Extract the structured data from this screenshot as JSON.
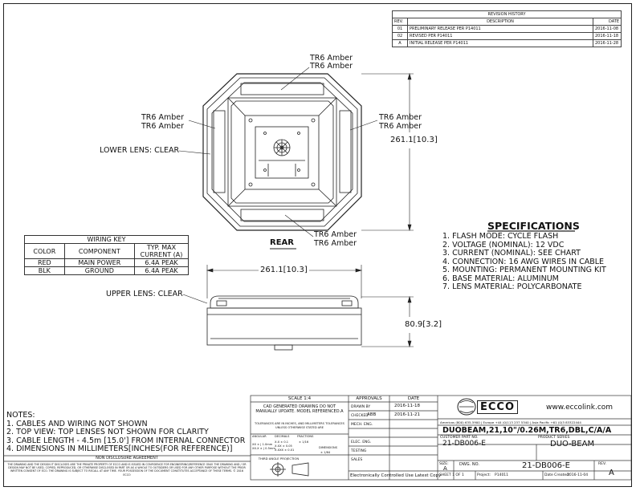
{
  "revision_history": {
    "title": "REVISION HISTORY",
    "headers": [
      "REV.",
      "DESCRIPTION",
      "DATE"
    ],
    "rows": [
      {
        "rev": "01",
        "description": "PRELIMINARY RELEASE PER P14011",
        "date": "2016-11-08"
      },
      {
        "rev": "02",
        "description": "REVISED PER P14011",
        "date": "2016-11-18"
      },
      {
        "rev": "A",
        "description": "INITIAL RELEASE PER P14011",
        "date": "2016-11-28"
      }
    ]
  },
  "callouts": {
    "tr6_top_1": "TR6 Amber",
    "tr6_top_2": "TR6 Amber",
    "tr6_left_1": "TR6 Amber",
    "tr6_left_2": "TR6 Amber",
    "tr6_right_1": "TR6 Amber",
    "tr6_right_2": "TR6 Amber",
    "tr6_bottom_1": "TR6 Amber",
    "tr6_bottom_2": "TR6 Amber",
    "lower_lens": "LOWER LENS: CLEAR",
    "upper_lens": "UPPER LENS: CLEAR",
    "rear_label": "REAR"
  },
  "dimensions": {
    "height_top": "261.1",
    "height_top_in": "10.3",
    "width_side": "261.1",
    "width_side_in": "10.3",
    "height_side": "80.9",
    "height_side_in": "3.2"
  },
  "wiring_key": {
    "title": "WIRING KEY",
    "headers": [
      "COLOR",
      "COMPONENT",
      "TYP. MAX CURRENT (A)"
    ],
    "rows": [
      {
        "color": "RED",
        "component": "MAIN POWER",
        "current": "6.4A PEAK"
      },
      {
        "color": "BLK",
        "component": "GROUND",
        "current": "6.4A PEAK"
      }
    ]
  },
  "specifications": {
    "title": "SPECIFICATIONS",
    "items": [
      "1. FLASH MODE: CYCLE FLASH",
      "2. VOLTAGE (NOMINAL): 12 VDC",
      "3. CURRENT (NOMINAL):  SEE CHART",
      "4. CONNECTION: 16 AWG WIRES IN CABLE",
      "5. MOUNTING: PERMANENT MOUNTING KIT",
      "6. BASE MATERIAL: ALUMINUM",
      "7. LENS MATERIAL: POLYCARBONATE"
    ]
  },
  "notes": {
    "title": "NOTES:",
    "items": [
      "1. CABLES AND WIRING NOT SHOWN",
      "2. TOP VIEW: TOP LENSES NOT SHOWN FOR CLARITY",
      "3. CABLE LENGTH - 4.5m [15.0'] FROM INTERNAL CONNECTOR",
      "4. DIMENSIONS IN MILLIMETERS[INCHES(FOR REFERENCE)]"
    ]
  },
  "disclosure": {
    "title": "NON DISCLOSURE AGREEMENT",
    "text": "THE DRAWING AND THE DESIGN IT DISCLOSES ARE THE PRIVATE PROPERTY OF ECCO AND IS ISSUED IN CONFIDENCE FOR ENGINEERING/REFERENCE ONLY. THE DRAWING AND / OR DESIGN MAY NOT BE USED, COPIED, REPRODUCED, OR OTHERWISE DISCLOSED IN PART OR AS A WHOLE TO OUTSIDERS OR USED FOR ANY OTHER PURPOSE WITHOUT THE PRIOR WRITTEN CONSENT OF ECO. THE DRAWING IS SUBJECT TO RECALL AT ANY TIME. YOUR POSSESSION OF THE DOCUMENT CONSTITUTES ACCEPTANCE OF THESE TERMS. © 2016 ECCO"
  },
  "title_block": {
    "scale": "SCALE 1:4",
    "cad_note": "CAD GENERATED DRAWING DO NOT MANUALLY UPDATE. MODEL REFERENCED.A",
    "tolerance_note": "TOLERANCES ARE IN INCHES, AND MILLIMETERS TOLERANCES UNLESS OTHERWISE STATED ARE",
    "tol_angular": "ANGULAR",
    "tol_decimals": "DECIMALS",
    "tol_fractions": "FRACTIONS",
    "tol_dimensions": "DIMENSIONS",
    "tol_values_1": "XX ± | 1.0mm",
    "tol_values_2": "XX.X ± | 0.5mm",
    "tol_dec_1": "X.X ± 0.1",
    "tol_dec_2": "X.XX ± 0.05",
    "tol_dec_3": "X.XXX ± 0.01",
    "tol_frac": "± 1/16",
    "tol_dim": "± 1/64",
    "third_angle": "THIRD ANGLE PROJECTION",
    "approvals": "APPROVALS",
    "date_label": "DATE",
    "drawn_by": "DRAWN BY",
    "drawn_date": "2016-11-18",
    "checked": "CHECKED",
    "checked_by": "ABB",
    "checked_date": "2016-11-21",
    "mech_eng": "MECH. ENG.",
    "elec_eng": "ELEC. ENG.",
    "testing": "TESTING",
    "sales": "SALES",
    "controlled_note": "Electronically Controlled Use Latest Copy",
    "brand": "ECCO",
    "website": "www.eccolink.com",
    "phones": "Americas (800) 635-5900  |  Europe +44 (0)113 237 5340  |  Asia Pacific +61 (0)3 83322444",
    "part_desc": "DUOBEAM,21,10\"/0.26M,TR6,DBL,C/A/A",
    "customer_part_label": "CUSTOMER PART NO.",
    "customer_part": "21-DB006-E",
    "product_series_label": "PRODUCT SERIES",
    "product_series": "DUO-BEAM",
    "size_label": "SIZE:",
    "size": "A",
    "dwg_label": "DWG.  NO.",
    "dwg_no": "21-DB006-E",
    "rev_label": "REV.",
    "rev": "A",
    "sheet": "SHEET 1 OF 1",
    "project_label": "Project:",
    "project": "P14011",
    "date_created_label": "Date Created:",
    "date_created": "2016-11-04"
  }
}
